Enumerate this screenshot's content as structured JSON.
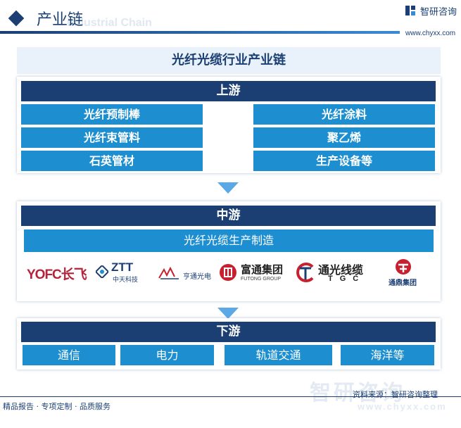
{
  "header": {
    "title": "产业链",
    "subtitle_watermark": "Industrial Chain",
    "brand_name": "智研咨询",
    "brand_url": "www.chyxx.com"
  },
  "diagram": {
    "title": "光纤光缆行业产业链",
    "upstream": {
      "label": "上游",
      "left_items": [
        "光纤预制棒",
        "光纤束管料",
        "石英管材"
      ],
      "right_items": [
        "光纤涂料",
        "聚乙烯",
        "生产设备等"
      ]
    },
    "midstream": {
      "label": "中游",
      "process": "光纤光缆生产制造",
      "companies": [
        {
          "name": "YOFC长飞",
          "icon": "yofc-logo"
        },
        {
          "name": "ZTT",
          "sub": "中天科技",
          "icon": "ztt-logo"
        },
        {
          "name": "亨通光电",
          "icon": "hengtong-logo"
        },
        {
          "name": "富通集团",
          "sub": "FUTONG GROUP",
          "icon": "futong-logo"
        },
        {
          "name": "通光线缆",
          "sub": "TGC",
          "icon": "tgc-logo"
        },
        {
          "name": "通鼎集团",
          "icon": "tongding-logo"
        }
      ]
    },
    "downstream": {
      "label": "下游",
      "items": [
        "通信",
        "电力",
        "轨道交通",
        "海洋等"
      ]
    }
  },
  "footer": {
    "left": "精品报告 · 专项定制 · 品质服务",
    "source": "资料来源：智研咨询整理",
    "watermark": "智研咨询",
    "watermark_url": "www.chyxx.com"
  },
  "colors": {
    "navy": "#1b3f73",
    "blue": "#1d8fd1",
    "arrow": "#5aa9e6",
    "title_bg": "#e9f1fa"
  }
}
